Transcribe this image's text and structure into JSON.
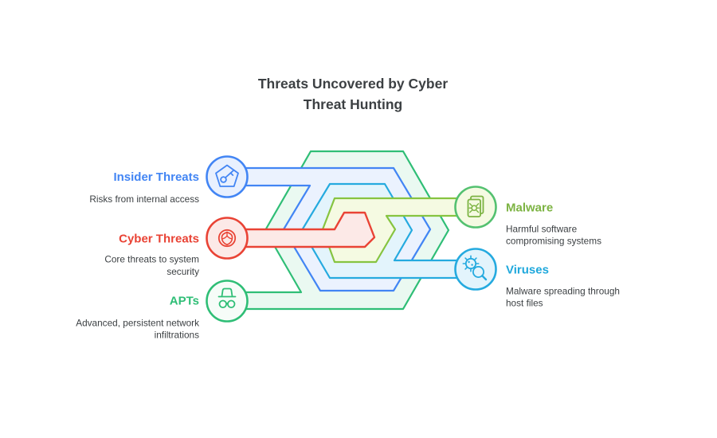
{
  "title": {
    "line1": "Threats Uncovered by Cyber",
    "line2": "Threat Hunting"
  },
  "nodes": {
    "insider": {
      "label": "Insider Threats",
      "desc1": "Risks from internal access",
      "color": "#4285F4",
      "icon": "pentagon-key-icon"
    },
    "cyber": {
      "label": "Cyber Threats",
      "desc1": "Core threats to system",
      "desc2": "security",
      "color": "#E94335",
      "icon": "shield-icon"
    },
    "apts": {
      "label": "APTs",
      "desc1": "Advanced, persistent network",
      "desc2": "infiltrations",
      "color": "#2FBE76",
      "icon": "incognito-spy-icon"
    },
    "malware": {
      "label": "Malware",
      "desc1": "Harmful software",
      "desc2": "compromising systems",
      "color": "#7CB342",
      "icon": "bug-document-icon"
    },
    "viruses": {
      "label": "Viruses",
      "desc1": "Malware spreading through",
      "desc2": "host files",
      "color": "#1FA8DC",
      "icon": "virus-magnifier-icon"
    }
  },
  "colors": {
    "title_text": "#3C4043",
    "desc_text": "#3C4043",
    "green_band_stroke": "#2FBE76",
    "green_band_fill": "#EAF9F1",
    "blue_band_stroke": "#4285F4",
    "blue_band_fill": "#EBF2FE",
    "cyan_band_stroke": "#25AADF",
    "cyan_band_fill": "#E3F4FC",
    "lime_band_stroke": "#86C440",
    "lime_band_fill": "#F5FAE2",
    "red_band_stroke": "#E94335",
    "red_band_fill": "#FCE9E7",
    "insider_circle_fill": "#E8F0FE",
    "cyber_circle_fill": "#FCE9E7",
    "apts_circle_fill": "#F6FCF8",
    "malware_circle_fill": "#F5FAE2",
    "malware_circle_stroke": "#54C170",
    "viruses_circle_fill": "#E3F4FC"
  }
}
